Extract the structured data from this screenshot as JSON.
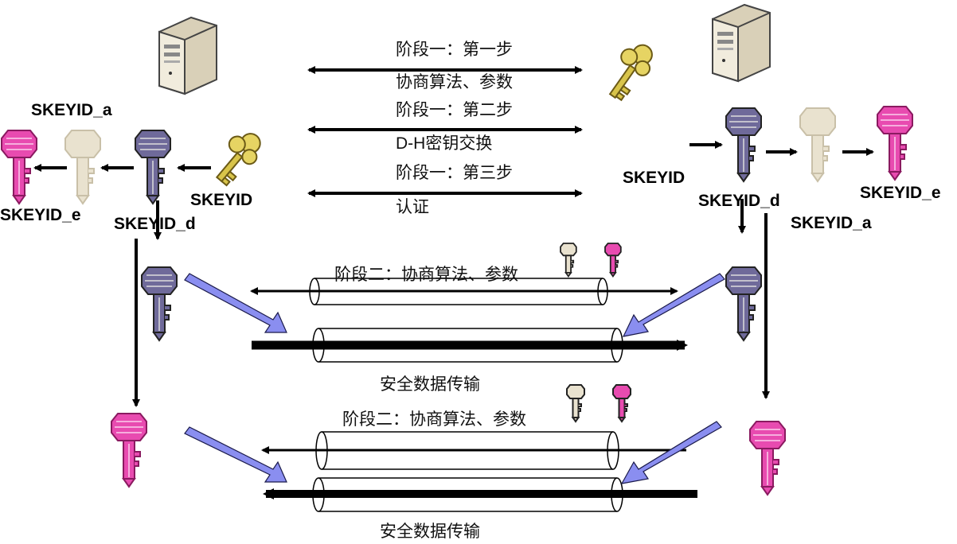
{
  "phase1": {
    "step1": "阶段一：第一步",
    "step1_desc": "协商算法、参数",
    "step2": "阶段一：第二步",
    "step2_desc": "D-H密钥交换",
    "step3": "阶段一：第三步",
    "step3_desc": "认证"
  },
  "phase2": {
    "negotiate_upper": "阶段二：协商算法、参数",
    "transfer_upper": "安全数据传输",
    "negotiate_lower": "阶段二：协商算法、参数",
    "transfer_lower": "安全数据传输"
  },
  "left": {
    "skeyid_a": "SKEYID_a",
    "skeyid_e": "SKEYID_e",
    "skeyid_d": "SKEYID_d",
    "skeyid": "SKEYID"
  },
  "right": {
    "skeyid": "SKEYID",
    "skeyid_d": "SKEYID_d",
    "skeyid_a": "SKEYID_a",
    "skeyid_e": "SKEYID_e"
  },
  "colors": {
    "key_purple": "#6f6a9a",
    "key_pink": "#e84bb0",
    "key_beige": "#e9e2cf",
    "key_gold": "#d8c44a",
    "flow_arrow": "#8a8ef0"
  }
}
